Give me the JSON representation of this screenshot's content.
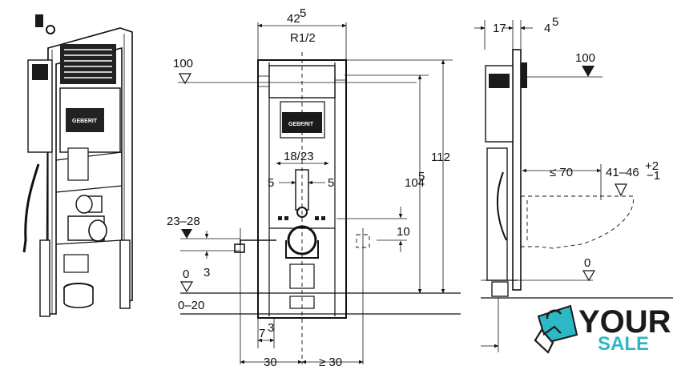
{
  "front_view": {
    "width_top": "42",
    "width_top_sup": "5",
    "thread": "R1/2",
    "ref_level": "100",
    "flush_pipe_range": "18/23",
    "offset_left": "5",
    "offset_right": "5",
    "side_height": "23–28",
    "small_gap": "3",
    "floor_level": "0",
    "floor_range": "0–20",
    "bottom_offset": "7",
    "bottom_offset_sup": "3",
    "dist_left": "30",
    "dist_right": "≥ 30",
    "right_height": "10",
    "height_inner": "104",
    "height_inner_sup": "5",
    "height_total": "112"
  },
  "side_view": {
    "depth": "17",
    "depth_small": "4",
    "depth_small_sup": "5",
    "ref_level": "100",
    "bowl_distance": "≤ 70",
    "bowl_height": "41–46",
    "bowl_tol_plus": "+2",
    "bowl_tol_minus": "−1",
    "floor_level": "0"
  },
  "brand": {
    "word1": "YOUR",
    "word2": "SALE",
    "accent_color": "#2cb8c4",
    "icon": "shopping-bag-icon"
  }
}
